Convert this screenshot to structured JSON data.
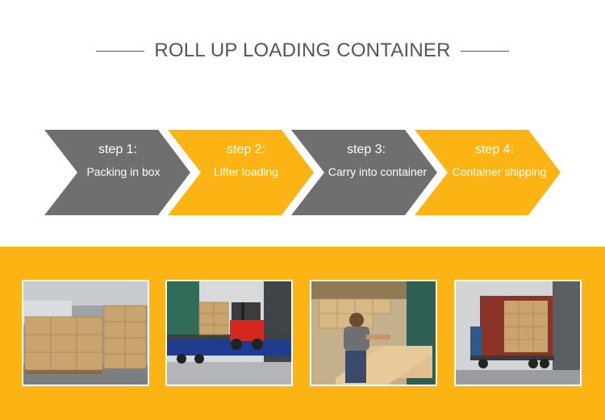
{
  "header": {
    "title": "ROLL UP LOADING CONTAINER"
  },
  "steps": [
    {
      "label": "step 1:",
      "desc": "Packing in box",
      "color": "#6f6f6f"
    },
    {
      "label": "step 2:",
      "desc": "Lifter loading",
      "color": "#fcb415"
    },
    {
      "label": "step 3:",
      "desc": "Carry into container",
      "color": "#6f6f6f"
    },
    {
      "label": "step 4:",
      "desc": "Container shipping",
      "color": "#fcb415"
    }
  ],
  "band": {
    "color": "#fcb415"
  },
  "photos": [
    {
      "icon": "stacked-boxes-photo"
    },
    {
      "icon": "forklift-truck-photo"
    },
    {
      "icon": "worker-in-container-photo"
    },
    {
      "icon": "container-truck-photo"
    }
  ]
}
